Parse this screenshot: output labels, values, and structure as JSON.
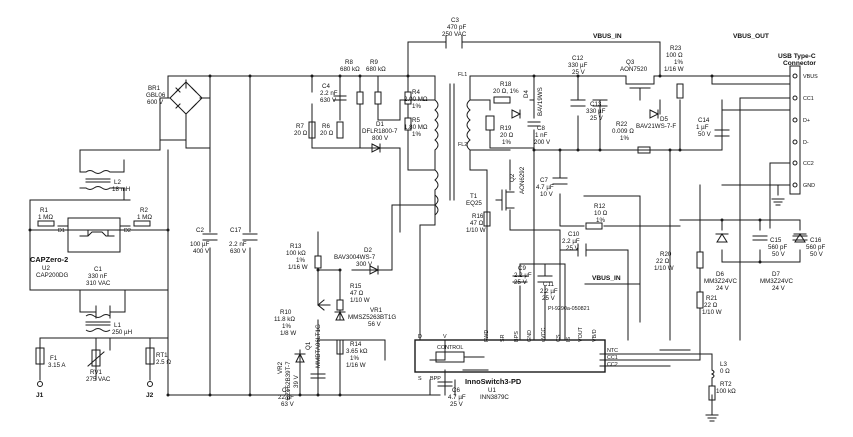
{
  "ports": {
    "vbus_in_top": "VBUS_IN",
    "vbus_in_mid": "VBUS_IN",
    "vbus_out": "VBUS_OUT"
  },
  "connector": {
    "title_1": "USB Type-C",
    "title_2": "Connector",
    "pins": [
      "VBUS",
      "CC1",
      "D+",
      "D-",
      "CC2",
      "GND"
    ]
  },
  "capzero": {
    "name": "CAPZero-2",
    "ref": "U2",
    "part": "CAP200DG"
  },
  "ic": {
    "name": "InnoSwitch3-PD",
    "ref": "U1",
    "part": "INN3879C",
    "control": "CONTROL",
    "pins_left": [
      "D",
      "S",
      "V",
      "BPP"
    ],
    "pins_bottom": [
      "FWD",
      "SR",
      "BPS",
      "GND",
      "uVCC",
      "CS",
      "IS",
      "VOUT",
      "VB/D"
    ],
    "pins_right": [
      "NTC",
      "CC1",
      "CC2"
    ]
  },
  "components": {
    "BR1": [
      "BR1",
      "GBL06",
      "600 V"
    ],
    "L2": [
      "L2",
      "18 mH"
    ],
    "R1": [
      "R1",
      "1 MΩ"
    ],
    "R2": [
      "R2",
      "1 MΩ"
    ],
    "D1L": [
      "D1"
    ],
    "D2L": [
      "D2"
    ],
    "C1": [
      "C1",
      "330 nF",
      "310 VAC"
    ],
    "L1": [
      "L1",
      "250 µH"
    ],
    "F1": [
      "F1",
      "3.15 A"
    ],
    "RV1": [
      "RV1",
      "275 VAC"
    ],
    "RT1": [
      "RT1",
      "2.5 Ω"
    ],
    "J1": [
      "J1"
    ],
    "J2": [
      "J2"
    ],
    "C2": [
      "C2",
      "100 µF",
      "400 V"
    ],
    "C17": [
      "C17",
      "2.2 nF",
      "630 V"
    ],
    "C4": [
      "C4",
      "2.2 nF",
      "630 V"
    ],
    "R8": [
      "R8",
      "680 kΩ"
    ],
    "R9": [
      "R9",
      "680 kΩ"
    ],
    "R7": [
      "R7",
      "20 Ω"
    ],
    "R6": [
      "R6",
      "20 Ω"
    ],
    "D1": [
      "D1",
      "DFLR1800-7",
      "800 V"
    ],
    "R4": [
      "R4",
      "2.00 MΩ",
      "1%"
    ],
    "R5": [
      "R5",
      "1.80 MΩ",
      "1%"
    ],
    "C3": [
      "C3",
      "470 pF",
      "250 VAC"
    ],
    "FL": [
      "FL1",
      "FL2"
    ],
    "R18": [
      "R18",
      "20 Ω, 1%"
    ],
    "D4": [
      "D4",
      "BAV19WS"
    ],
    "R19": [
      "R19",
      "20 Ω",
      "1%"
    ],
    "C8": [
      "C8",
      "1 nF",
      "200 V"
    ],
    "Q2": [
      "Q2",
      "AON6292"
    ],
    "C12": [
      "C12",
      "330 µF",
      "25 V"
    ],
    "C13": [
      "C13",
      "330 µF",
      "25 V"
    ],
    "Q3": [
      "Q3",
      "AON7520"
    ],
    "R23": [
      "R23",
      "100 Ω",
      "1%",
      "1/16 W"
    ],
    "D5": [
      "D5",
      "BAV21WS-7-F"
    ],
    "R22": [
      "R22",
      "0.009 Ω",
      "1%"
    ],
    "C14": [
      "C14",
      "1 µF",
      "50 V"
    ],
    "T1": [
      "T1",
      "EQ25"
    ],
    "R16": [
      "R16",
      "47 Ω",
      "1/10 W"
    ],
    "C7": [
      "C7",
      "4.7 µF",
      "10 V"
    ],
    "R12": [
      "R12",
      "10 Ω",
      "1%"
    ],
    "C10": [
      "C10",
      "2.2 µF",
      "25 V"
    ],
    "C9": [
      "C9",
      "2.2 µF",
      "25 V"
    ],
    "C11": [
      "C11",
      "2.2 µF",
      "25 V"
    ],
    "R13": [
      "R13",
      "100 kΩ",
      "1%",
      "1/16 W"
    ],
    "D2": [
      "D2",
      "BAV3004WS-7",
      "300 V"
    ],
    "R15": [
      "R15",
      "47 Ω",
      "1/10 W"
    ],
    "VR1": [
      "VR1",
      "MMSZ5263BT1G",
      "56 V"
    ],
    "R10": [
      "R10",
      "11.8 kΩ",
      "1%",
      "1/8 W"
    ],
    "Q1": [
      "Q1",
      "MMBTA06LT1G"
    ],
    "R14": [
      "R14",
      "3.65 kΩ",
      "1%",
      "1/16 W"
    ],
    "VR2": [
      "VR2",
      "BZT52B39T-7",
      "39 V"
    ],
    "C5": [
      "C5",
      "22 µF",
      "63 V"
    ],
    "C6": [
      "C6",
      "4.7 µF",
      "25 V"
    ],
    "R20": [
      "R20",
      "22 Ω",
      "1/10 W"
    ],
    "R21": [
      "R21",
      "22 Ω",
      "1/10 W"
    ],
    "C15": [
      "C15",
      "560 pF",
      "50 V"
    ],
    "C16": [
      "C16",
      "560 pF",
      "50 V"
    ],
    "D6": [
      "D6",
      "MM3Z24VC",
      "24 V"
    ],
    "D7": [
      "D7",
      "MM3Z24VC",
      "24 V"
    ],
    "L3": [
      "L3",
      "0 Ω"
    ],
    "RT2": [
      "RT2",
      "100 kΩ"
    ],
    "PI": [
      "PI-9290a-050821"
    ]
  }
}
